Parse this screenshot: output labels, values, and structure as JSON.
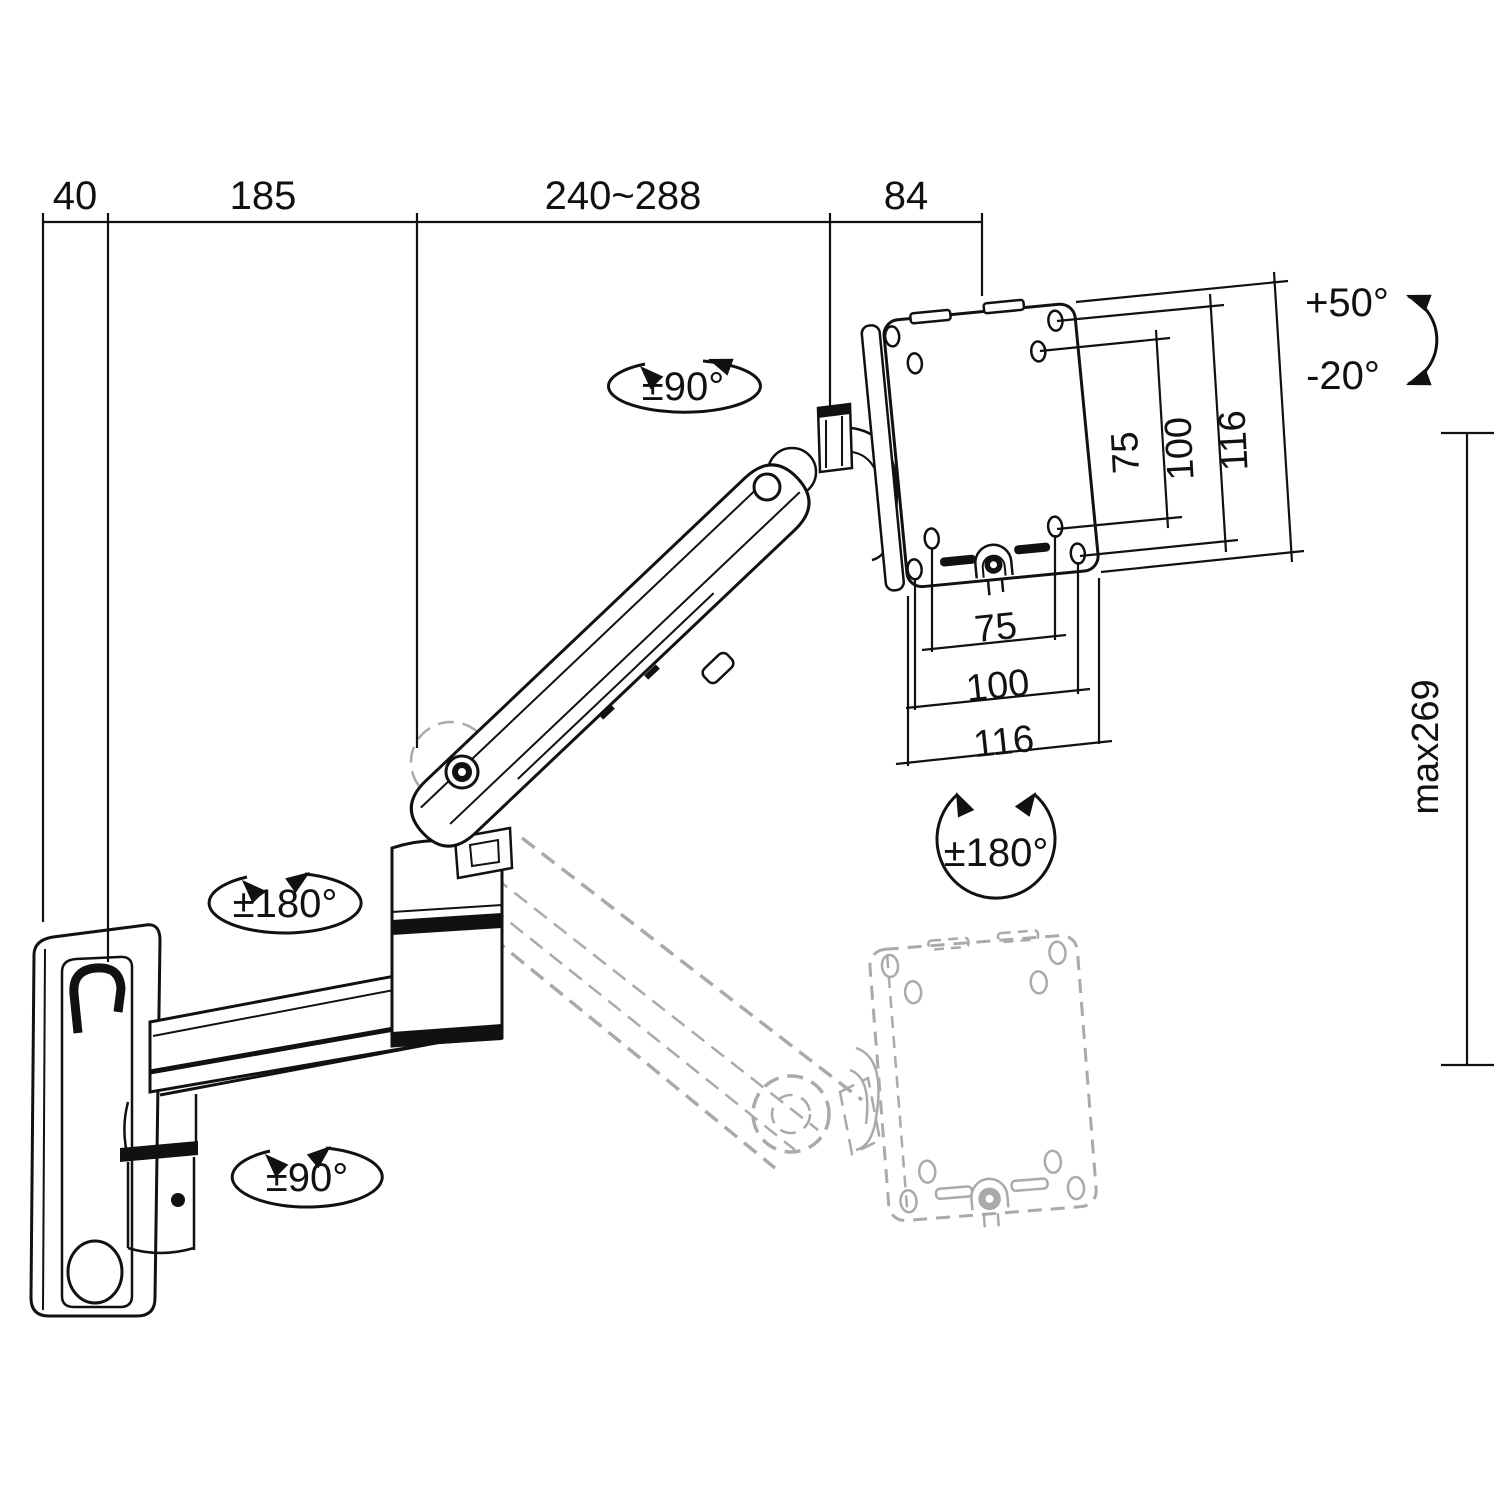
{
  "diagram": {
    "title": "Monitor wall-mount gas-spring arm — dimensional drawing",
    "colors": {
      "line": "#111111",
      "ghost": "#aaaaaa",
      "background": "#ffffff"
    },
    "dims": {
      "top": {
        "a": "40",
        "b": "185",
        "c": "240~288",
        "d": "84"
      },
      "vesa_side": {
        "a": "75",
        "b": "100",
        "c": "116"
      },
      "vesa_bottom": {
        "a": "75",
        "b": "100",
        "c": "116"
      },
      "max_height": "max269",
      "tilt_up": "+50°",
      "tilt_down": "-20°",
      "swivel_top": "±90°",
      "elbow": "±180°",
      "swivel_wall": "±90°",
      "plate_rotate": "±180°"
    }
  }
}
